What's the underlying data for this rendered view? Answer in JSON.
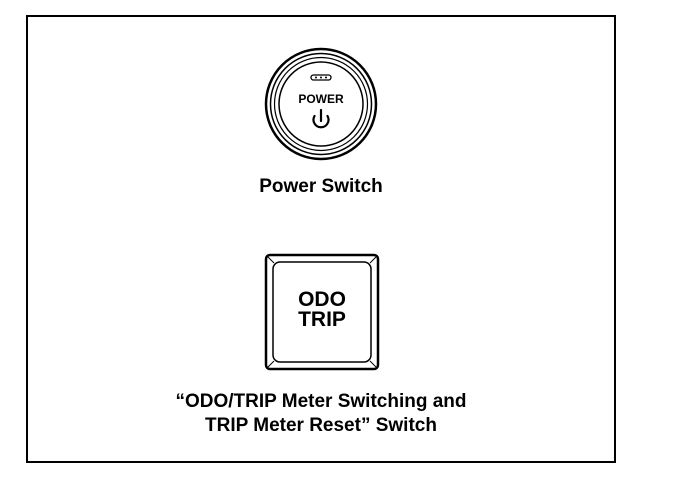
{
  "power_switch": {
    "label": "POWER",
    "caption": "Power Switch",
    "indicator_icon": "led-indicator-icon",
    "symbol_icon": "power-symbol-icon"
  },
  "odo_switch": {
    "label_line1": "ODO",
    "label_line2": "TRIP",
    "caption_line1": "“ODO/TRIP Meter Switching and",
    "caption_line2": "TRIP Meter Reset” Switch"
  },
  "colors": {
    "ink": "#000000",
    "background": "#ffffff"
  }
}
